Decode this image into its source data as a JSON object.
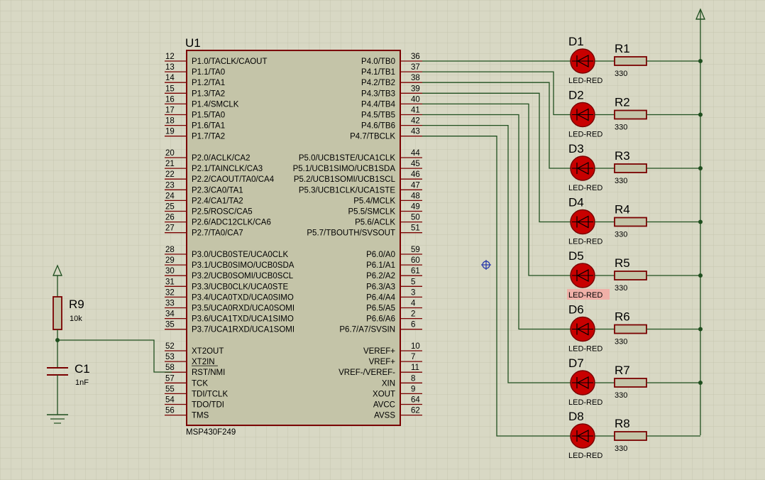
{
  "colors": {
    "background": "#d8d8c4",
    "grid": "#c9c9b3",
    "wire": "#1f4f1f",
    "component_outline": "#7a0000",
    "chip_fill": "#c4c4a8",
    "led_fill": "#c80000",
    "highlight": "#f0b0a8"
  },
  "chip": {
    "ref": "U1",
    "part": "MSP430F249",
    "left_pins": [
      {
        "num": "12",
        "name": "P1.0/TACLK/CAOUT"
      },
      {
        "num": "13",
        "name": "P1.1/TA0"
      },
      {
        "num": "14",
        "name": "P1.2/TA1"
      },
      {
        "num": "15",
        "name": "P1.3/TA2"
      },
      {
        "num": "16",
        "name": "P1.4/SMCLK"
      },
      {
        "num": "17",
        "name": "P1.5/TA0"
      },
      {
        "num": "18",
        "name": "P1.6/TA1"
      },
      {
        "num": "19",
        "name": "P1.7/TA2"
      },
      {
        "num": "20",
        "name": "P2.0/ACLK/CA2"
      },
      {
        "num": "21",
        "name": "P2.1/TAINCLK/CA3"
      },
      {
        "num": "22",
        "name": "P2.2/CAOUT/TA0/CA4"
      },
      {
        "num": "23",
        "name": "P2.3/CA0/TA1"
      },
      {
        "num": "24",
        "name": "P2.4/CA1/TA2"
      },
      {
        "num": "25",
        "name": "P2.5/ROSC/CA5"
      },
      {
        "num": "26",
        "name": "P2.6/ADC12CLK/CA6"
      },
      {
        "num": "27",
        "name": "P2.7/TA0/CA7"
      },
      {
        "num": "28",
        "name": "P3.0/UCB0STE/UCA0CLK"
      },
      {
        "num": "29",
        "name": "P3.1/UCB0SIMO/UCB0SDA"
      },
      {
        "num": "30",
        "name": "P3.2/UCB0SOMI/UCB0SCL"
      },
      {
        "num": "31",
        "name": "P3.3/UCB0CLK/UCA0STE"
      },
      {
        "num": "32",
        "name": "P3.4/UCA0TXD/UCA0SIMO"
      },
      {
        "num": "33",
        "name": "P3.5/UCA0RXD/UCA0SOMI"
      },
      {
        "num": "34",
        "name": "P3.6/UCA1TXD/UCA1SIMO"
      },
      {
        "num": "35",
        "name": "P3.7/UCA1RXD/UCA1SOMI"
      },
      {
        "num": "52",
        "name": "XT2OUT"
      },
      {
        "num": "53",
        "name": "XT2IN"
      },
      {
        "num": "58",
        "name": "RST/NMI"
      },
      {
        "num": "57",
        "name": "TCK"
      },
      {
        "num": "55",
        "name": "TDI/TCLK"
      },
      {
        "num": "54",
        "name": "TDO/TDI"
      },
      {
        "num": "56",
        "name": "TMS"
      }
    ],
    "right_pins": [
      {
        "num": "36",
        "name": "P4.0/TB0"
      },
      {
        "num": "37",
        "name": "P4.1/TB1"
      },
      {
        "num": "38",
        "name": "P4.2/TB2"
      },
      {
        "num": "39",
        "name": "P4.3/TB3"
      },
      {
        "num": "40",
        "name": "P4.4/TB4"
      },
      {
        "num": "41",
        "name": "P4.5/TB5"
      },
      {
        "num": "42",
        "name": "P4.6/TB6"
      },
      {
        "num": "43",
        "name": "P4.7/TBCLK"
      },
      {
        "num": "44",
        "name": "P5.0/UCB1STE/UCA1CLK"
      },
      {
        "num": "45",
        "name": "P5.1/UCB1SIMO/UCB1SDA"
      },
      {
        "num": "46",
        "name": "P5.2/UCB1SOMI/UCB1SCL"
      },
      {
        "num": "47",
        "name": "P5.3/UCB1CLK/UCA1STE"
      },
      {
        "num": "48",
        "name": "P5.4/MCLK"
      },
      {
        "num": "49",
        "name": "P5.5/SMCLK"
      },
      {
        "num": "50",
        "name": "P5.6/ACLK"
      },
      {
        "num": "51",
        "name": "P5.7/TBOUTH/SVSOUT"
      },
      {
        "num": "59",
        "name": "P6.0/A0"
      },
      {
        "num": "60",
        "name": "P6.1/A1"
      },
      {
        "num": "61",
        "name": "P6.2/A2"
      },
      {
        "num": "5",
        "name": "P6.3/A3"
      },
      {
        "num": "3",
        "name": "P6.4/A4"
      },
      {
        "num": "4",
        "name": "P6.5/A5"
      },
      {
        "num": "2",
        "name": "P6.6/A6"
      },
      {
        "num": "6",
        "name": "P6.7/A7/SVSIN"
      },
      {
        "num": "10",
        "name": "VEREF+"
      },
      {
        "num": "7",
        "name": "VREF+"
      },
      {
        "num": "11",
        "name": "VREF-/VEREF-"
      },
      {
        "num": "8",
        "name": "XIN"
      },
      {
        "num": "9",
        "name": "XOUT"
      },
      {
        "num": "64",
        "name": "AVCC"
      },
      {
        "num": "62",
        "name": "AVSS"
      }
    ]
  },
  "leds": [
    {
      "ref": "D1",
      "value": "LED-RED",
      "resistor": "R1",
      "res_value": "330"
    },
    {
      "ref": "D2",
      "value": "LED-RED",
      "resistor": "R2",
      "res_value": "330"
    },
    {
      "ref": "D3",
      "value": "LED-RED",
      "resistor": "R3",
      "res_value": "330"
    },
    {
      "ref": "D4",
      "value": "LED-RED",
      "resistor": "R4",
      "res_value": "330"
    },
    {
      "ref": "D5",
      "value": "LED-RED",
      "resistor": "R5",
      "res_value": "330",
      "highlighted": true
    },
    {
      "ref": "D6",
      "value": "LED-RED",
      "resistor": "R6",
      "res_value": "330"
    },
    {
      "ref": "D7",
      "value": "LED-RED",
      "resistor": "R7",
      "res_value": "330"
    },
    {
      "ref": "D8",
      "value": "LED-RED",
      "resistor": "R8",
      "res_value": "330"
    }
  ],
  "reset": {
    "resistor": {
      "ref": "R9",
      "value": "10k"
    },
    "capacitor": {
      "ref": "C1",
      "value": "1nF"
    }
  },
  "icons": [
    "power-terminal-icon",
    "ground-icon",
    "crosshair-cursor-icon",
    "led-diode-icon",
    "resistor-icon",
    "capacitor-icon"
  ]
}
